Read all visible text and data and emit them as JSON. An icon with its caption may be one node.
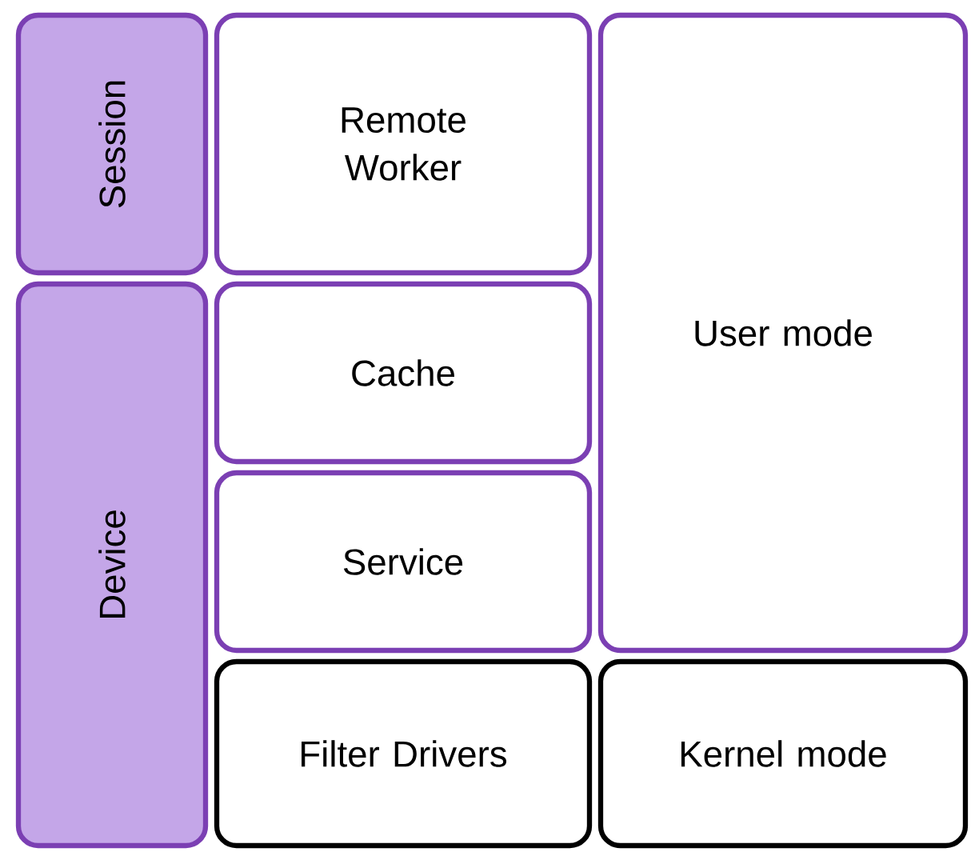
{
  "diagram": {
    "nodes": [
      {
        "text": [
          "Session"
        ]
      },
      {
        "text": [
          "Device"
        ]
      },
      {
        "text": [
          "Remote Worker"
        ]
      },
      {
        "text": [
          "Cache"
        ]
      },
      {
        "text": [
          "Service"
        ]
      },
      {
        "text": [
          "Filter Drivers"
        ]
      },
      {
        "text": [
          "User mode"
        ]
      },
      {
        "text": [
          "Kernel mode"
        ]
      }
    ]
  }
}
